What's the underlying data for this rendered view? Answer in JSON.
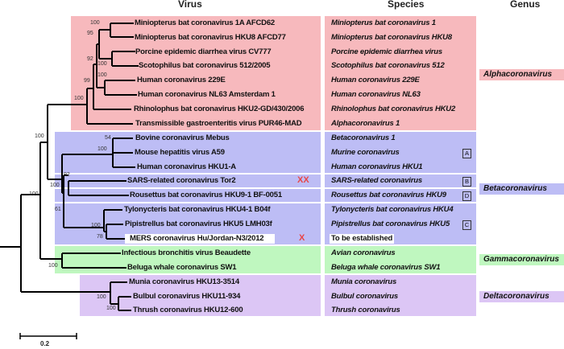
{
  "headers": {
    "virus": "Virus",
    "species": "Species",
    "genus": "Genus"
  },
  "leaves": [
    {
      "virus": "Miniopterus bat coronavirus 1A AFCD62",
      "species": "Miniopterus bat coronavirus 1"
    },
    {
      "virus": "Miniopterus bat coronavirus HKU8 AFCD77",
      "species": "Miniopterus bat coronavirus HKU8"
    },
    {
      "virus": "Porcine epidemic diarrhea virus CV777",
      "species": "Porcine epidemic diarrhea virus"
    },
    {
      "virus": "Scotophilus bat coronavirus 512/2005",
      "species": "Scotophilus bat coronavirus 512"
    },
    {
      "virus": "Human coronavirus 229E",
      "species": "Human coronavirus 229E"
    },
    {
      "virus": "Human coronavirus NL63 Amsterdam 1",
      "species": "Human coronavirus NL63"
    },
    {
      "virus": "Rhinolophus bat coronavirus HKU2-GD/430/2006",
      "species": "Rhinolophus bat coronavirus HKU2"
    },
    {
      "virus": "Transmissible gastroenteritis virus PUR46-MAD",
      "species": "Alphacoronavirus 1"
    },
    {
      "virus": "Bovine coronavirus Mebus",
      "species": "Betacoronavirus 1"
    },
    {
      "virus": "Mouse hepatitis virus A59",
      "species": "Murine coronavirus"
    },
    {
      "virus": "Human coronavirus HKU1-A",
      "species": "Human coronavirus HKU1"
    },
    {
      "virus": "SARS-related coronavirus Tor2",
      "species": "SARS-related coronavirus"
    },
    {
      "virus": "Rousettus bat coronavirus HKU9-1 BF-0051",
      "species": "Rousettus bat coronavirus HKU9"
    },
    {
      "virus": "Tylonycteris bat coronavirus HKU4-1 B04f",
      "species": "Tylonycteris bat coronavirus HKU4"
    },
    {
      "virus": "Pipistrellus bat coronavirus HKU5 LMH03f",
      "species": "Pipistrellus bat coronavirus HKU5"
    },
    {
      "virus": "MERS coronavirus Hu/Jordan-N3/2012",
      "species": "To be established"
    },
    {
      "virus": "Infectious bronchitis virus Beaudette",
      "species": "Avian coronavirus"
    },
    {
      "virus": "Beluga whale coronavirus SW1",
      "species": "Beluga whale coronavirus SW1"
    },
    {
      "virus": "Munia coronavirus HKU13-3514",
      "species": "Munia coronavirus"
    },
    {
      "virus": "Bulbul coronavirus HKU11-934",
      "species": "Bulbul coronavirus"
    },
    {
      "virus": "Thrush coronavirus HKU12-600",
      "species": "Thrush coronavirus"
    }
  ],
  "genera": {
    "alpha": "Alphacoronavirus",
    "beta": "Betacoronavirus",
    "gamma": "Gammacoronavirus",
    "delta": "Deltacoronavirus"
  },
  "lineage_tags": {
    "A": "A",
    "B": "B",
    "D": "D",
    "C": "C"
  },
  "marks": {
    "sars": "XX",
    "mers": "X"
  },
  "bootstrap": [
    "100",
    "95",
    "92",
    "100",
    "100",
    "99",
    "100",
    "100",
    "54",
    "100",
    "92",
    "100",
    "61",
    "100",
    "78",
    "100",
    "100",
    "100",
    "100"
  ],
  "scale_bar": "0.2",
  "colors": {
    "alpha": "#f7b9bd",
    "beta": "#bdbdf5",
    "gamma": "#bff7bf",
    "delta": "#dcc6f5",
    "mark": "#e84545"
  }
}
